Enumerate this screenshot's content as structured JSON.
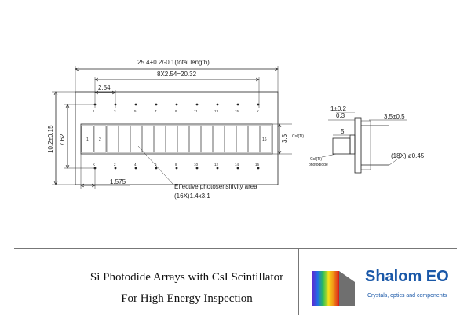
{
  "diagram": {
    "total_length": "25.4+0.2/-0.1(total length)",
    "pitch_span": "8X2.54=20.32",
    "pitch": "2.54",
    "height_outer": "10.2±0.15",
    "height_inner": "7.62",
    "pixel_height": "3.5",
    "scintillator_label": "CsI(Tl)",
    "edge_offset": "1.575",
    "effective_area_line1": "Effective photosensitivity area",
    "effective_area_line2": "(16X)1.4x3.1",
    "top_pins": [
      "1",
      "3",
      "5",
      "7",
      "9",
      "11",
      "13",
      "15",
      "K"
    ],
    "bottom_pins": [
      "K",
      "2",
      "4",
      "6",
      "8",
      "10",
      "12",
      "14",
      "16"
    ],
    "pixel_first": "1",
    "pixel_second": "2",
    "pixel_last": "16",
    "pixel_count": 16,
    "side_dim_a": "1±0.2",
    "side_dim_b": "0.3",
    "side_dim_c": "3.5±0.5",
    "side_dim_d": "5",
    "side_label_csi": "CsI(Tl)",
    "side_label_pd": "photodiode",
    "side_pin_dia": "(18X) ø0.45"
  },
  "footer": {
    "title_line1": "Si Photodide Arrays with CsI Scintillator",
    "title_line2": "For High Energy Inspection",
    "brand": "Shalom EO",
    "tagline": "Crystals, optics and components"
  },
  "colors": {
    "brand": "#1a58a8"
  }
}
